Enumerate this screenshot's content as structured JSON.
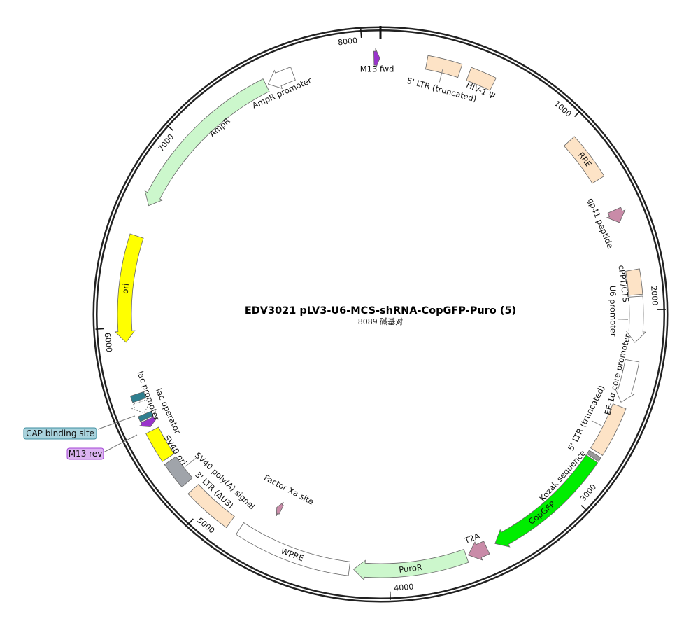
{
  "plasmid": {
    "name": "EDV3021 pLV3-U6-MCS-shRNA-CopGFP-Puro (5)",
    "length_label": "8089 碱基对",
    "length_bp": 8089
  },
  "ticks": [
    {
      "bp": 1000,
      "label": "1000"
    },
    {
      "bp": 2000,
      "label": "2000"
    },
    {
      "bp": 3000,
      "label": "3000"
    },
    {
      "bp": 4000,
      "label": "4000"
    },
    {
      "bp": 5000,
      "label": "5000"
    },
    {
      "bp": 6000,
      "label": "6000"
    },
    {
      "bp": 7000,
      "label": "7000"
    },
    {
      "bp": 8000,
      "label": "8000"
    }
  ],
  "features": [
    {
      "name": "M13 fwd",
      "start": 8056,
      "end": 8086,
      "direction": 1,
      "color": "#9933cc"
    },
    {
      "name": "5' LTR (truncated)",
      "start": 234,
      "end": 407,
      "direction": 0,
      "color": "#fde3c6"
    },
    {
      "name": "HIV-1 Ψ",
      "start": 454,
      "end": 586,
      "direction": 0,
      "color": "#fde3c6"
    },
    {
      "name": "RRE",
      "start": 1067,
      "end": 1310,
      "direction": 0,
      "color": "#fde3c6"
    },
    {
      "name": "gp41 peptide",
      "start": 1483,
      "end": 1551,
      "direction": 1,
      "color": "#c98ba8"
    },
    {
      "name": "cPPT/CTS",
      "start": 1798,
      "end": 1924,
      "direction": 0,
      "color": "#fde3c6"
    },
    {
      "name": "U6 promoter",
      "start": 1933,
      "end": 2164,
      "direction": 1,
      "color": "#ffffff"
    },
    {
      "name": "EF-1α core promoter",
      "start": 2256,
      "end": 2472,
      "direction": 1,
      "color": "#ffffff"
    },
    {
      "name": "5' LTR (truncated)",
      "start": 2494,
      "end": 2750,
      "direction": 0,
      "color": "#fde3c6"
    },
    {
      "name": "Kozak sequence",
      "start": 2764,
      "end": 2786,
      "direction": 0,
      "color": "#999999"
    },
    {
      "name": "CopGFP",
      "start": 2793,
      "end": 3447,
      "direction": 1,
      "color": "#00ee00"
    },
    {
      "name": "T2A",
      "start": 3494,
      "end": 3594,
      "direction": 1,
      "color": "#c98ba8"
    },
    {
      "name": "PuroR",
      "start": 3605,
      "end": 4180,
      "direction": 1,
      "color": "#ccf7cc"
    },
    {
      "name": "WPRE",
      "start": 4202,
      "end": 4793,
      "direction": 0,
      "color": "#ffffff"
    },
    {
      "name": "Factor Xa site",
      "start": 4650,
      "end": 4680,
      "direction": 1,
      "color": "#c98ba8",
      "inner": true
    },
    {
      "name": "3' LTR (ΔU3)",
      "start": 4851,
      "end": 5101,
      "direction": 0,
      "color": "#fde3c6"
    },
    {
      "name": "SV40 poly(A) signal",
      "start": 5146,
      "end": 5285,
      "direction": 0,
      "color": "#a0a4aa"
    },
    {
      "name": "SV40 ori",
      "start": 5303,
      "end": 5462,
      "direction": 0,
      "color": "#ffff00"
    },
    {
      "name": "M13 rev",
      "start": 5482,
      "end": 5521,
      "direction": -1,
      "color": "#9933cc"
    },
    {
      "name": "lac operator",
      "start": 5527,
      "end": 5553,
      "direction": 0,
      "color": "#2f7f8f"
    },
    {
      "name": "lac promoter",
      "start": 5559,
      "end": 5618,
      "direction": -1,
      "color": "#ffffff"
    },
    {
      "name": "CAP binding site",
      "start": 5627,
      "end": 5661,
      "direction": 0,
      "color": "#2f7f8f"
    },
    {
      "name": "ori",
      "start": 5926,
      "end": 6467,
      "direction": -1,
      "color": "#ffff00"
    },
    {
      "name": "AmpR",
      "start": 6631,
      "end": 7493,
      "direction": -1,
      "color": "#ccf7cc"
    },
    {
      "name": "AmpR promoter",
      "start": 7504,
      "end": 7640,
      "direction": -1,
      "color": "#ffffff"
    }
  ],
  "callouts": {
    "cap": {
      "label": "CAP binding site",
      "color": "#a9d3dd",
      "border": "#3d8ea0"
    },
    "m13rev": {
      "label": "M13 rev",
      "color": "#dcb3f2",
      "border": "#a346d6"
    }
  }
}
